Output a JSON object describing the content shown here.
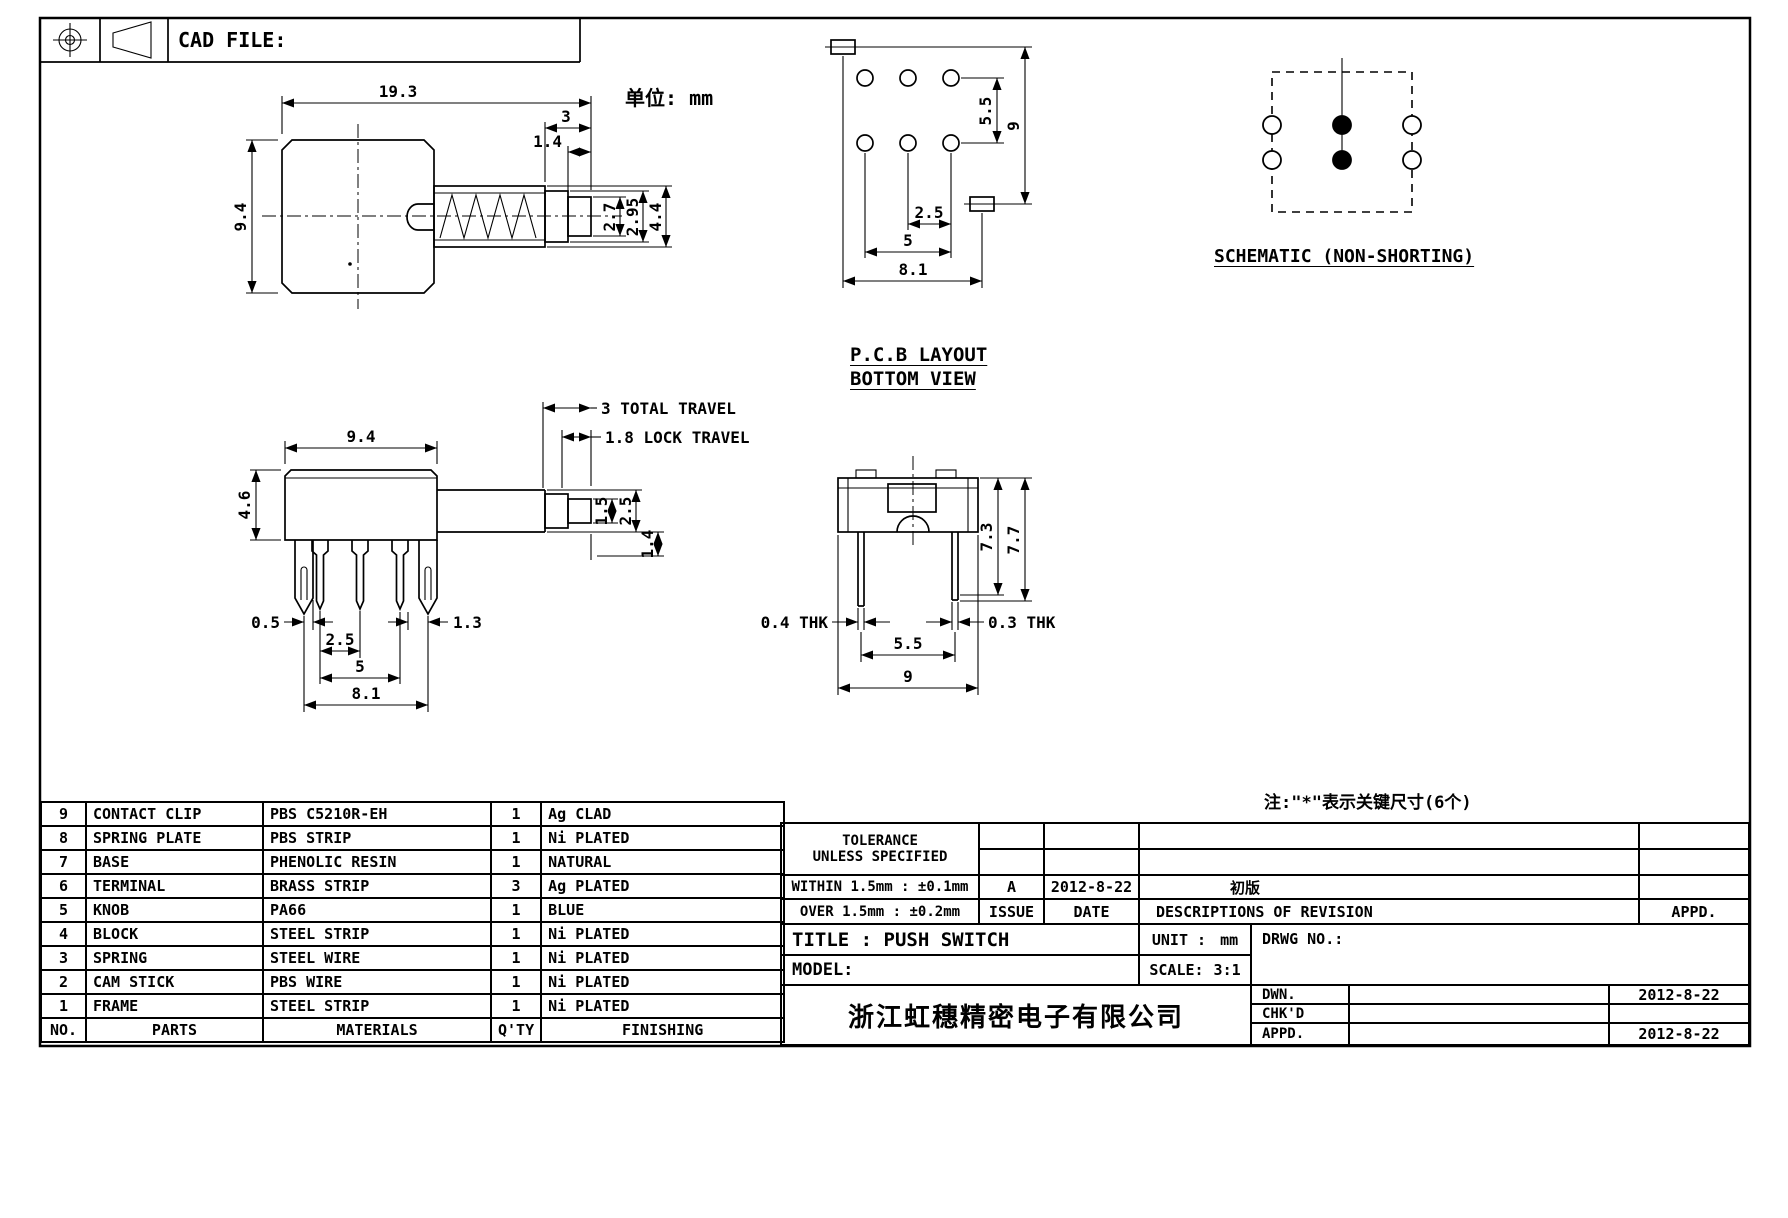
{
  "sheet": {
    "cad_file_label": "CAD FILE:",
    "units_note": "单位: mm",
    "key_note": "注:\"*\"表示关键尺寸(6个)"
  },
  "view_labels": {
    "pcb_line1": "P.C.B LAYOUT",
    "pcb_line2": "BOTTOM VIEW",
    "schematic": "SCHEMATIC (NON-SHORTING)"
  },
  "dims": {
    "top": {
      "w": "19.3",
      "stem": "3",
      "step": "1.4",
      "h": "9.4",
      "d1": "2.7",
      "d2": "2.95",
      "d3": "4.4"
    },
    "pcb": {
      "pitch_v": "5.5",
      "h": "9",
      "pitch_h": "2.5",
      "span": "5",
      "w": "8.1"
    },
    "front": {
      "travel": "3 TOTAL TRAVEL",
      "lock": "1.8 LOCK TRAVEL",
      "w": "9.4",
      "h": "4.6",
      "s15": "1.5",
      "s25": "2.5",
      "s14": "1.4",
      "b05": "0.5",
      "b13": "1.3",
      "b25": "2.5",
      "b5": "5",
      "b81": "8.1"
    },
    "side": {
      "h73": "7.3",
      "h77": "7.7",
      "thk_l": "0.4 THK",
      "thk_r": "0.3 THK",
      "pitch": "5.5",
      "w": "9"
    }
  },
  "bom": {
    "headers": [
      "NO.",
      "PARTS",
      "MATERIALS",
      "Q'TY",
      "FINISHING"
    ],
    "rows": [
      [
        "9",
        "CONTACT CLIP",
        "PBS C5210R-EH",
        "1",
        "Ag CLAD"
      ],
      [
        "8",
        "SPRING PLATE",
        "PBS STRIP",
        "1",
        "Ni PLATED"
      ],
      [
        "7",
        "BASE",
        "PHENOLIC RESIN",
        "1",
        "NATURAL"
      ],
      [
        "6",
        "TERMINAL",
        "BRASS STRIP",
        "3",
        "Ag PLATED"
      ],
      [
        "5",
        "KNOB",
        "PA66",
        "1",
        "BLUE"
      ],
      [
        "4",
        "BLOCK",
        "STEEL STRIP",
        "1",
        "Ni PLATED"
      ],
      [
        "3",
        "SPRING",
        "STEEL WIRE",
        "1",
        "Ni PLATED"
      ],
      [
        "2",
        "CAM STICK",
        "PBS WIRE",
        "1",
        "Ni PLATED"
      ],
      [
        "1",
        "FRAME",
        "STEEL STRIP",
        "1",
        "Ni PLATED"
      ]
    ]
  },
  "titleblock": {
    "tolerance_line1": "TOLERANCE",
    "tolerance_line2": "UNLESS  SPECIFIED",
    "tolerance_within": "WITHIN 1.5mm : ±0.1mm",
    "tolerance_over": "OVER 1.5mm : ±0.2mm",
    "rev_headers": {
      "issue": "ISSUE",
      "date": "DATE",
      "desc": "DESCRIPTIONS OF REVISION",
      "appd": "APPD."
    },
    "rev_row": {
      "issue": "A",
      "date": "2012-8-22",
      "desc": "初版",
      "appd": ""
    },
    "title_label": "TITLE : PUSH SWITCH",
    "model_label": "MODEL:",
    "unit_label": "UNIT :",
    "unit_value": "mm",
    "scale_label": "SCALE:",
    "scale_value": "3:1",
    "drwg_label": "DRWG NO.:",
    "company": "浙江虹穗精密电子有限公司",
    "sign_rows": [
      {
        "label": "DWN.",
        "sig": "",
        "date": "2012-8-22"
      },
      {
        "label": "CHK'D",
        "sig": "",
        "date": ""
      },
      {
        "label": "APPD.",
        "sig": "",
        "date": "2012-8-22"
      }
    ]
  }
}
